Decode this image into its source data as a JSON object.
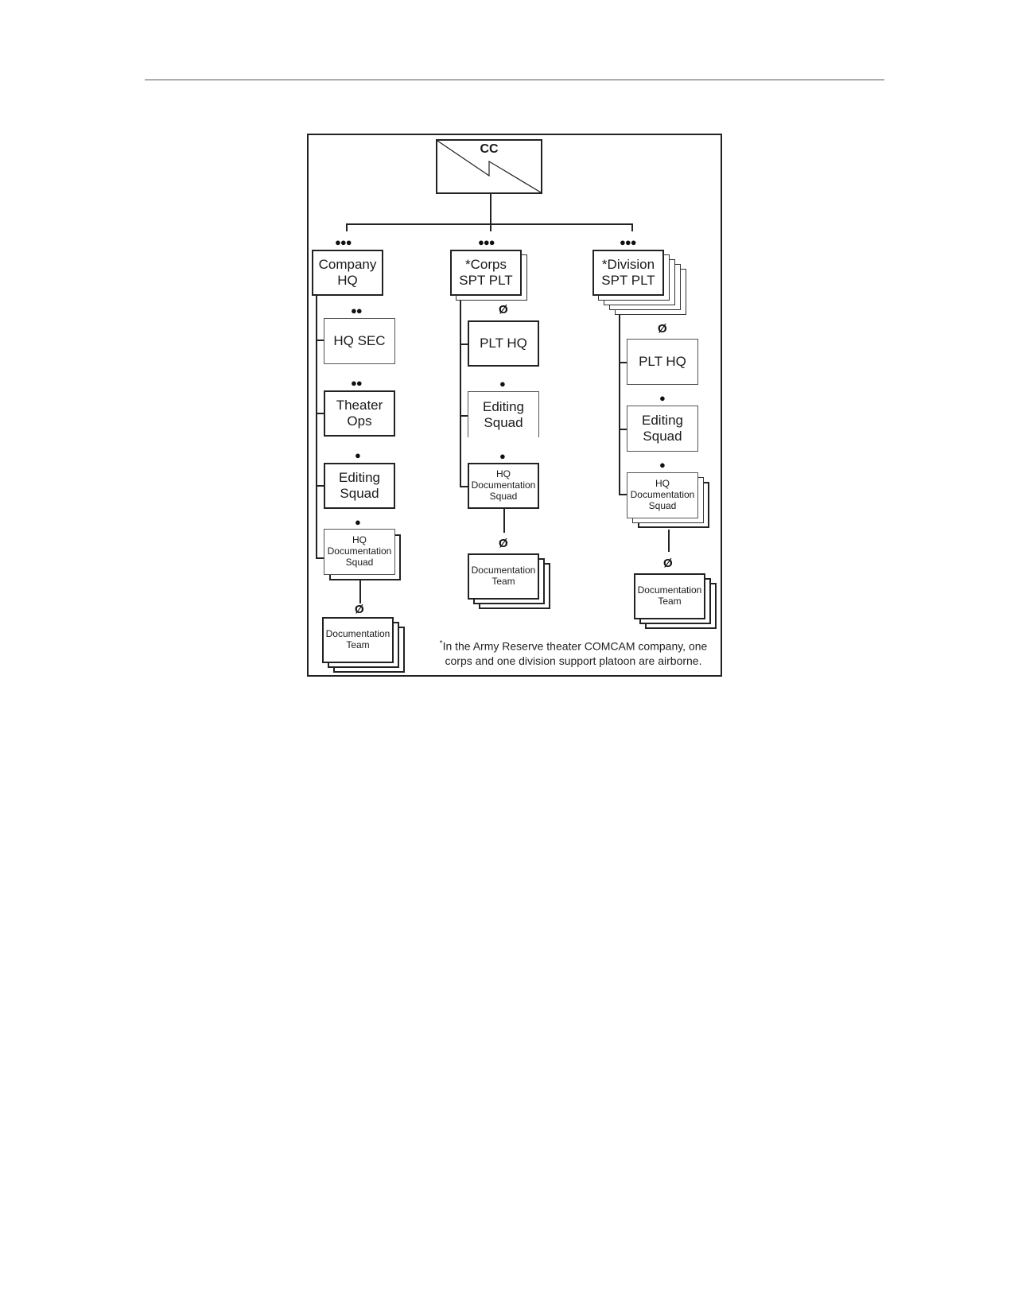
{
  "diagram": {
    "commander": {
      "label": "CC"
    },
    "company_hq": {
      "label_line1": "Company",
      "label_line2": "HQ",
      "echelon": "●●●",
      "children": [
        {
          "line1": "HQ SEC",
          "line2": "",
          "echelon": "●●"
        },
        {
          "line1": "Theater",
          "line2": "Ops",
          "echelon": "●●"
        },
        {
          "line1": "Editing",
          "line2": "Squad",
          "echelon": "●"
        },
        {
          "line1": "HQ",
          "line2": "Documentation",
          "line3": "Squad",
          "echelon": "●"
        },
        {
          "line1": "Documentation",
          "line2": "Team",
          "echelon": "Ø"
        }
      ]
    },
    "corps_plt": {
      "label_line1": "*Corps",
      "label_line2": "SPT PLT",
      "echelon": "●●●",
      "children": [
        {
          "line1": "PLT HQ",
          "line2": "",
          "echelon": "Ø"
        },
        {
          "line1": "Editing",
          "line2": "Squad",
          "echelon": "●"
        },
        {
          "line1": "HQ",
          "line2": "Documentation",
          "line3": "Squad",
          "echelon": "●"
        },
        {
          "line1": "Documentation",
          "line2": "Team",
          "echelon": "Ø"
        }
      ]
    },
    "division_plt": {
      "label_line1": "*Division",
      "label_line2": "SPT PLT",
      "echelon": "●●●",
      "children": [
        {
          "line1": "PLT HQ",
          "line2": "",
          "echelon": "Ø"
        },
        {
          "line1": "Editing",
          "line2": "Squad",
          "echelon": "●"
        },
        {
          "line1": "HQ",
          "line2": "Documentation",
          "line3": "Squad",
          "echelon": "●"
        },
        {
          "line1": "Documentation",
          "line2": "Team",
          "echelon": "Ø"
        }
      ]
    },
    "footnote": {
      "marker": "*",
      "line1": "In the Army Reserve theater COMCAM company, one",
      "line2": "corps and one division support platoon are airborne."
    }
  }
}
